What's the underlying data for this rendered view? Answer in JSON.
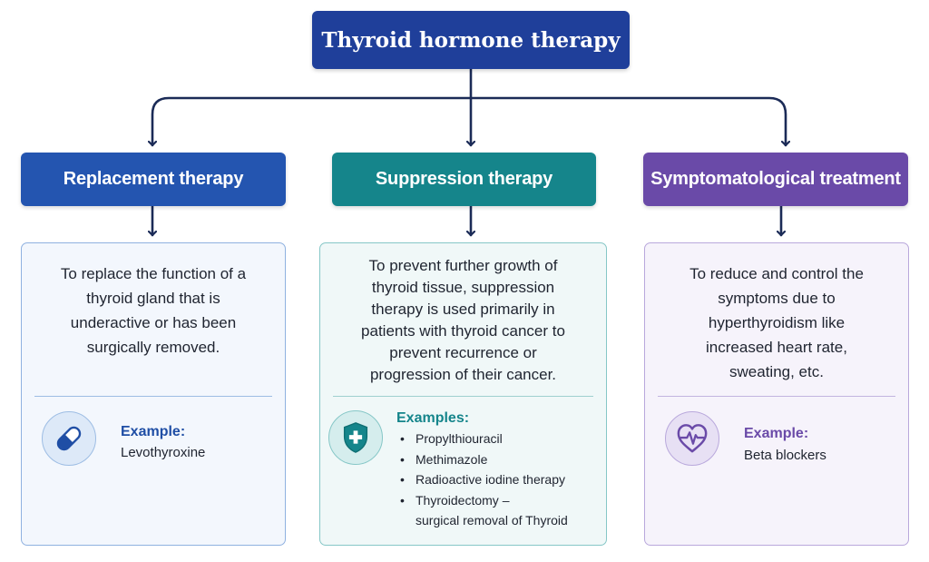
{
  "title": "Thyroid hormone therapy",
  "colors": {
    "root": "#1f3f9a",
    "connector": "#1b2b57",
    "replacement": "#2455b0",
    "suppression": "#15858b",
    "symptomatological": "#6a4aa8"
  },
  "branches": [
    {
      "heading": "Replacement therapy",
      "description": [
        "To replace the function of a",
        "thyroid gland that is",
        "underactive or has been",
        "surgically removed."
      ],
      "example_label": "Example:",
      "example_value": "Levothyroxine",
      "icon": "pill-icon"
    },
    {
      "heading": "Suppression therapy",
      "description": [
        "To prevent further growth of",
        "thyroid tissue, suppression",
        "therapy is used primarily in",
        "patients with thyroid cancer to",
        "prevent recurrence or",
        "progression of their cancer."
      ],
      "example_label": "Examples:",
      "examples": [
        {
          "text": "Propylthiouracil"
        },
        {
          "text": "Methimazole"
        },
        {
          "text": "Radioactive iodine therapy"
        },
        {
          "text": "Thyroidectomy –",
          "continuation": "surgical removal of Thyroid"
        }
      ],
      "bullet": "•",
      "icon": "shield-cross-icon"
    },
    {
      "heading": "Symptomatological treatment",
      "description": [
        "To reduce and control the",
        "symptoms due to",
        "hyperthyroidism like",
        "increased heart rate,",
        "sweating, etc."
      ],
      "example_label": "Example:",
      "example_value": "Beta blockers",
      "icon": "heart-pulse-icon"
    }
  ]
}
